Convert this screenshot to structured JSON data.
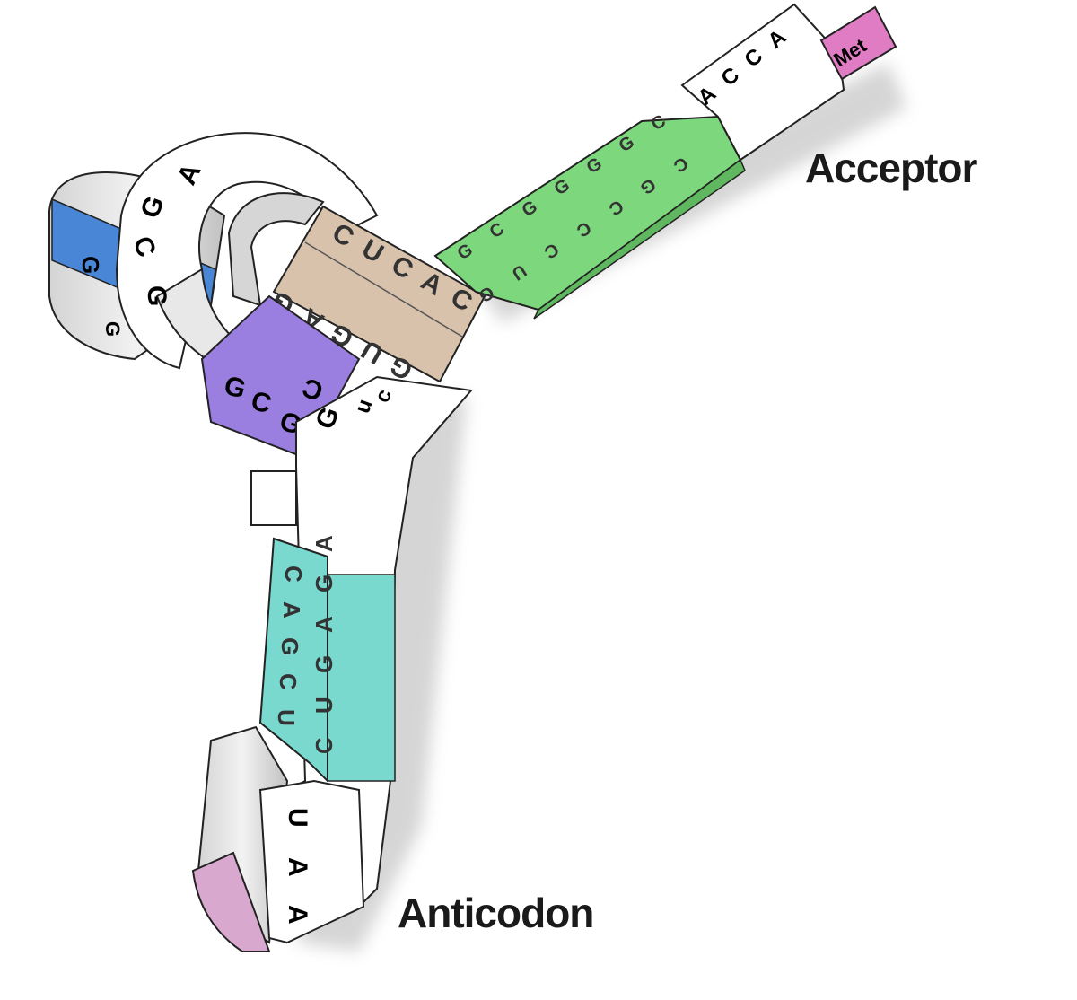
{
  "labels": {
    "acceptor": "Acceptor",
    "anticodon": "Anticodon",
    "amino_acid": "Met"
  },
  "strands": {
    "acceptor_end": [
      "A",
      "C",
      "C",
      "A"
    ],
    "acceptor_stem_top": [
      "G",
      "C",
      "G",
      "G",
      "G",
      "G",
      "C"
    ],
    "acceptor_stem_bottom": [
      "G",
      "U",
      "C",
      "C",
      "C",
      "G",
      "C"
    ],
    "d_loop": [
      "G",
      "C",
      "G",
      "A"
    ],
    "d_stem_top": [
      "C",
      "U",
      "C",
      "A",
      "C"
    ],
    "d_stem_bottom": [
      "G",
      "A",
      "G",
      "U",
      "G"
    ],
    "t_region": [
      "G",
      "C",
      "G",
      "C"
    ],
    "variable": [
      "G",
      "u",
      "c"
    ],
    "anticodon_stem_right": [
      "A",
      "G",
      "A",
      "G",
      "U",
      "C"
    ],
    "anticodon_stem_left": [
      "C",
      "A",
      "G",
      "C",
      "U"
    ],
    "anticodon": [
      "A",
      "A",
      "U"
    ]
  },
  "colors": {
    "acceptor_stem": "#7dd87d",
    "d_stem": "#d8c2ac",
    "d_loop_band": "#4a86d6",
    "t_stem": "#9b7fe0",
    "anticodon_stem": "#79d9cf",
    "anticodon_loop": "#d9a8cf",
    "met_tag": "#e07cc4",
    "ribbon": "#ffffff",
    "ribbon_shadow": "#c9c9c9"
  }
}
